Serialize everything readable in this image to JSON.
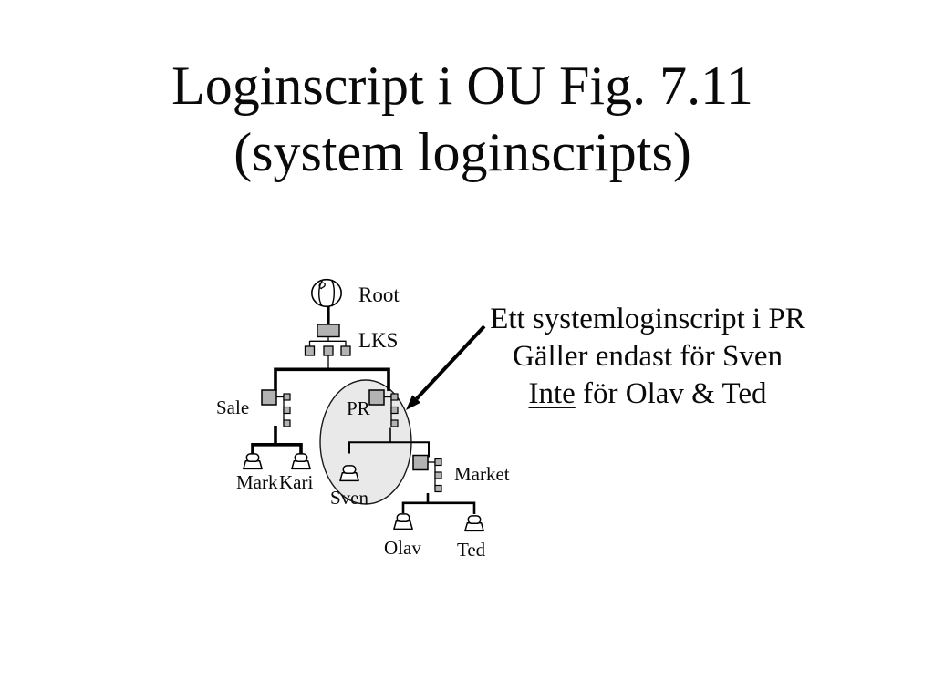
{
  "slide": {
    "title_line1": "Loginscript i OU Fig. 7.11",
    "title_line2": "(system loginscripts)"
  },
  "tree": {
    "root_label": "Root",
    "org_label": "LKS",
    "ou_sale": "Sale",
    "ou_pr": "PR",
    "ou_market": "Market",
    "user_mark": "Mark",
    "user_kari": "Kari",
    "user_sven": "Sven",
    "user_olav": "Olav",
    "user_ted": "Ted"
  },
  "annotation": {
    "line1": "Ett systemloginscript i PR",
    "line2": "Gäller endast för Sven",
    "line3_underlined_word": "Inte",
    "line3_rest": " för Olav & Ted"
  },
  "colors": {
    "node_fill": "#b3b3b3",
    "node_stroke": "#000000",
    "highlight_ellipse_fill": "#e9e9e9",
    "line_color": "#000000"
  }
}
